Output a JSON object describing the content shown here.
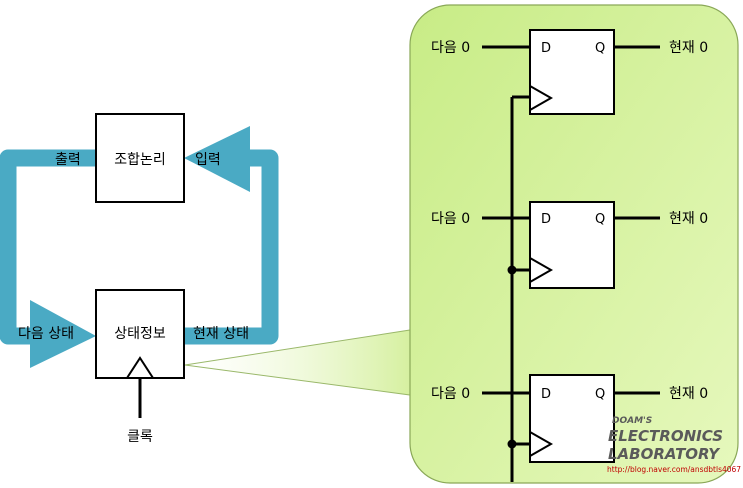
{
  "left": {
    "combo_block": "조합논리",
    "state_block": "상태정보",
    "output": "출력",
    "input": "입력",
    "next_state": "다음 상태",
    "current_state": "현재 상태",
    "clock": "클록"
  },
  "flipflops": [
    {
      "input": "다음 0",
      "d": "D",
      "q": "Q",
      "output": "현재 0"
    },
    {
      "input": "다음 0",
      "d": "D",
      "q": "Q",
      "output": "현재 0"
    },
    {
      "input": "다음 0",
      "d": "D",
      "q": "Q",
      "output": "현재 0"
    }
  ],
  "watermark": {
    "brand": "DOAM'S",
    "line1": "ELECTRONICS",
    "line2": "LABORATORY",
    "url": "http://blog.naver.com/ansdbtls4067"
  },
  "colors": {
    "arrow": "#4aaac4",
    "callout_fill": "#dcf5a6",
    "callout_stroke": "#8aa858"
  }
}
